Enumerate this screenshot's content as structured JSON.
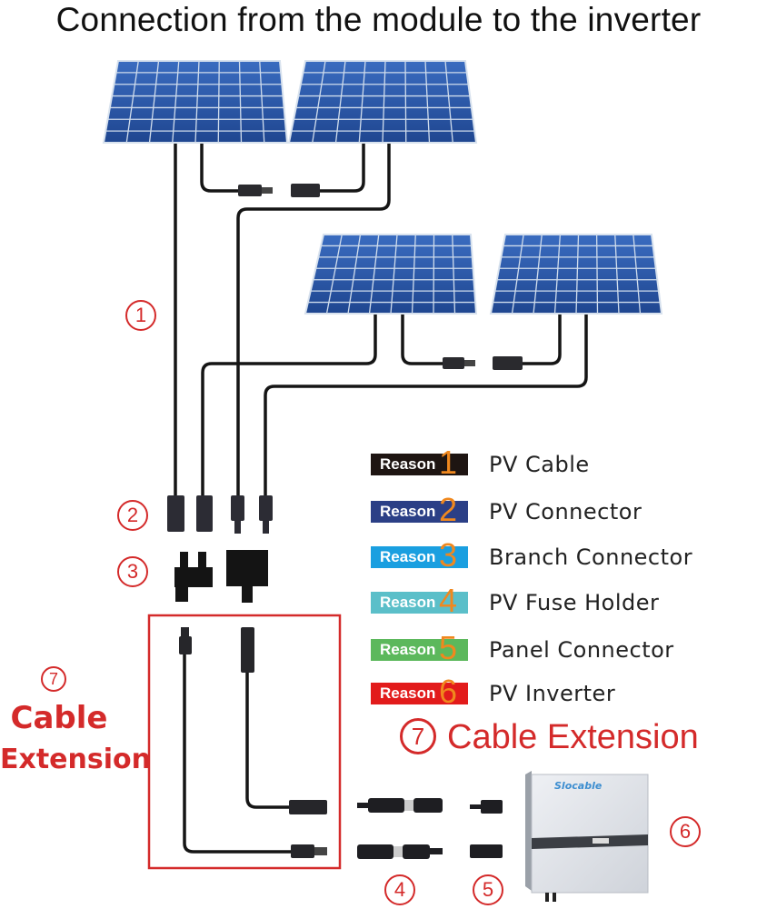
{
  "title": "Connection from the module to the inverter",
  "markers": {
    "m1": "1",
    "m2": "2",
    "m3": "3",
    "m4": "4",
    "m5": "5",
    "m6": "6",
    "m7": "7"
  },
  "legend": [
    {
      "word": "Reason",
      "num": "1",
      "label": "PV Cable",
      "color": "#1e1512"
    },
    {
      "word": "Reason",
      "num": "2",
      "label": "PV Connector",
      "color": "#2b3f86"
    },
    {
      "word": "Reason",
      "num": "3",
      "label": "Branch Connector",
      "color": "#1a9fe0"
    },
    {
      "word": "Reason",
      "num": "4",
      "label": "PV Fuse Holder",
      "color": "#5bbfc9"
    },
    {
      "word": "Reason",
      "num": "5",
      "label": "Panel Connector",
      "color": "#5cb85c"
    },
    {
      "word": "Reason",
      "num": "6",
      "label": "PV Inverter",
      "color": "#e21b1b"
    }
  ],
  "side_label": {
    "num": "7",
    "line1": "Cable",
    "line2": "Extension"
  },
  "extension_heading": {
    "num": "7",
    "text": "Cable Extension"
  },
  "inverter": {
    "brand": "Slocable"
  },
  "colors": {
    "accent_red": "#d42a2a",
    "panel_blue": "#2d5aa8",
    "number_orange": "#f0881e"
  }
}
